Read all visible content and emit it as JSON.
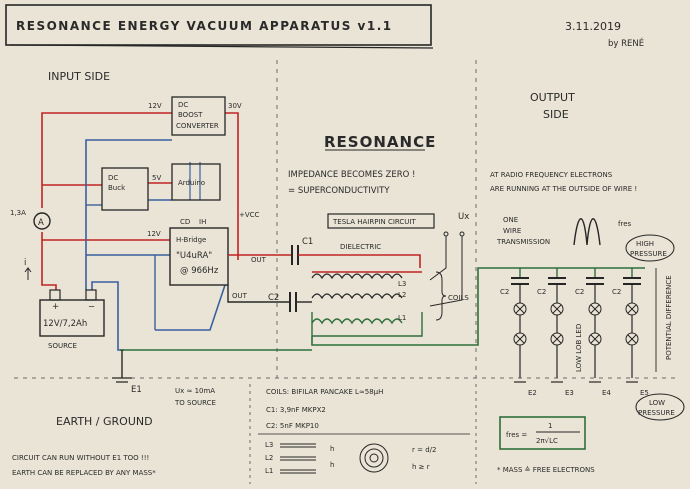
{
  "header": {
    "title": "RESONANCE ENERGY VACUUM APPARATUS v1.1",
    "date": "3.11.2019",
    "author": "by RENÉ"
  },
  "sections": {
    "input": "INPUT SIDE",
    "output_line1": "OUTPUT",
    "output_line2": "SIDE",
    "resonance": "RESONANCE"
  },
  "notes": {
    "impedance": "IMPEDANCE BECOMES ZERO !",
    "superconductivity": "= SUPERCONDUCTIVITY",
    "radio_line1": "AT RADIO FREQUENCY ELECTRONS",
    "radio_line2": "ARE RUNNING AT THE OUTSIDE OF WIRE !",
    "circuit_line1": "CIRCUIT CAN RUN WITHOUT E1 TOO !!!",
    "circuit_line2": "EARTH CAN BE REPLACED BY ANY MASS*",
    "mass": "* MASS ≙ FREE ELECTRONS"
  },
  "blocks": {
    "dc_boost_line1": "DC",
    "dc_boost_line2": "BOOST",
    "dc_boost_line3": "CONVERTER",
    "dc_buck_line1": "DC",
    "dc_buck_line2": "Buck",
    "arduino": "Arduino",
    "hbridge_line1": "H-Bridge",
    "hbridge_line2": "\"U4uRA\"",
    "hbridge_line3": "@ 966Hz",
    "source_value": "12V/7,2Ah",
    "source_label": "SOURCE",
    "tesla": "TESLA HAIRPIN CIRCUIT"
  },
  "labels": {
    "v12a": "12V",
    "v30": "30V",
    "v5": "5V",
    "v12b": "12V",
    "vcc": "+VCC",
    "cd": "CD",
    "ih": "IH",
    "out1": "OUT",
    "out2": "OUT",
    "current": "1,3A",
    "ammeter": "A",
    "i": "i",
    "plus": "+",
    "minus": "−",
    "c1": "C1",
    "c2": "C2",
    "dielectric": "DIELECTRIC",
    "l1": "L1",
    "l2": "L2",
    "l3": "L3",
    "coils": "COILS",
    "ux": "Ux",
    "one_wire_line1": "ONE",
    "one_wire_line2": "WIRE",
    "one_wire_line3": "TRANSMISSION",
    "fres": "fres",
    "high_line1": "HIGH",
    "high_line2": "PRESSURE",
    "low_led": "LOW LOB LED",
    "potential": "POTENTIAL DIFFERENCE",
    "e1": "E1",
    "ux_line1": "Ux ≈ 10mA",
    "ux_line2": "TO SOURCE",
    "earth": "EARTH / GROUND",
    "e2": "E2",
    "e3": "E3",
    "e4": "E4",
    "e5": "E5",
    "low_line1": "LOW",
    "low_line2": "PRESSURE",
    "formula_lhs": "fres =",
    "formula_num": "1",
    "formula_den": "2π√LC"
  },
  "specs": {
    "coils": "COILS: BIFILAR PANCAKE  L≈58μH",
    "c1": "C1: 3,9nF  MKPX2",
    "c2": "C2: 5nF  MKP10",
    "l3": "L3",
    "l2": "L2",
    "l1": "L1",
    "h1": "h",
    "h2": "h",
    "r_formula": "r = d/2",
    "h_formula": "h ≥ r"
  },
  "output_caps": [
    "C2",
    "C2",
    "C2",
    "C2"
  ],
  "colors": {
    "paper": "#e9e4d6",
    "red": "#c22424",
    "blue": "#3b5fa0",
    "green": "#2e6e3a",
    "black": "#262626",
    "grey": "#6a6a6a"
  }
}
